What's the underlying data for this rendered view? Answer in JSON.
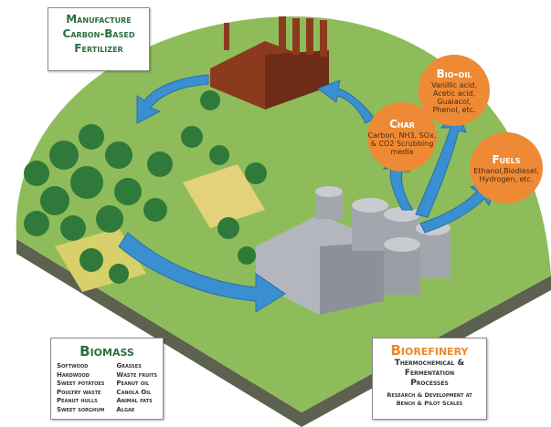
{
  "manufacture": {
    "line1": "Manufacture",
    "line2": "Carbon-Based",
    "line3": "Fertilizer"
  },
  "biomass": {
    "title": "Biomass",
    "col1": [
      "Softwood",
      "Hardwood",
      "Sweet potatoes",
      "Poultry waste",
      "Peanut hulls",
      "Sweet sorghum"
    ],
    "col2": [
      "Grasses",
      "Waste fruits",
      "Peanut oil",
      "Canola Oil",
      "Animal fats",
      "Algae"
    ]
  },
  "biorefinery": {
    "title": "Biorefinery",
    "subtitle1": "Thermochemical &",
    "subtitle2": "Fermentation",
    "subtitle3": "Processes",
    "note1": "Research & Development at",
    "note2": "Bench & Pilot Scales"
  },
  "products": {
    "char": {
      "title": "Char",
      "l1": "Carbon, NH3, SOx,",
      "l2": "& CO2 Scrubbing",
      "l3": "media"
    },
    "biooil": {
      "title": "Bio-oil",
      "l1": "Vanillic acid,",
      "l2": "Acetic acid,",
      "l3": "Guaiacol,",
      "l4": "Phenol, etc."
    },
    "fuels": {
      "title": "Fuels",
      "l1": "Ethanol,Biodiesel,",
      "l2": "Hydrogen, etc."
    }
  },
  "colors": {
    "land": "#8fbc5a",
    "arrow": "#3a8fd0",
    "product": "#ee8a35",
    "factory": "#8b3a1e",
    "refinery": "#9a9ea5"
  }
}
